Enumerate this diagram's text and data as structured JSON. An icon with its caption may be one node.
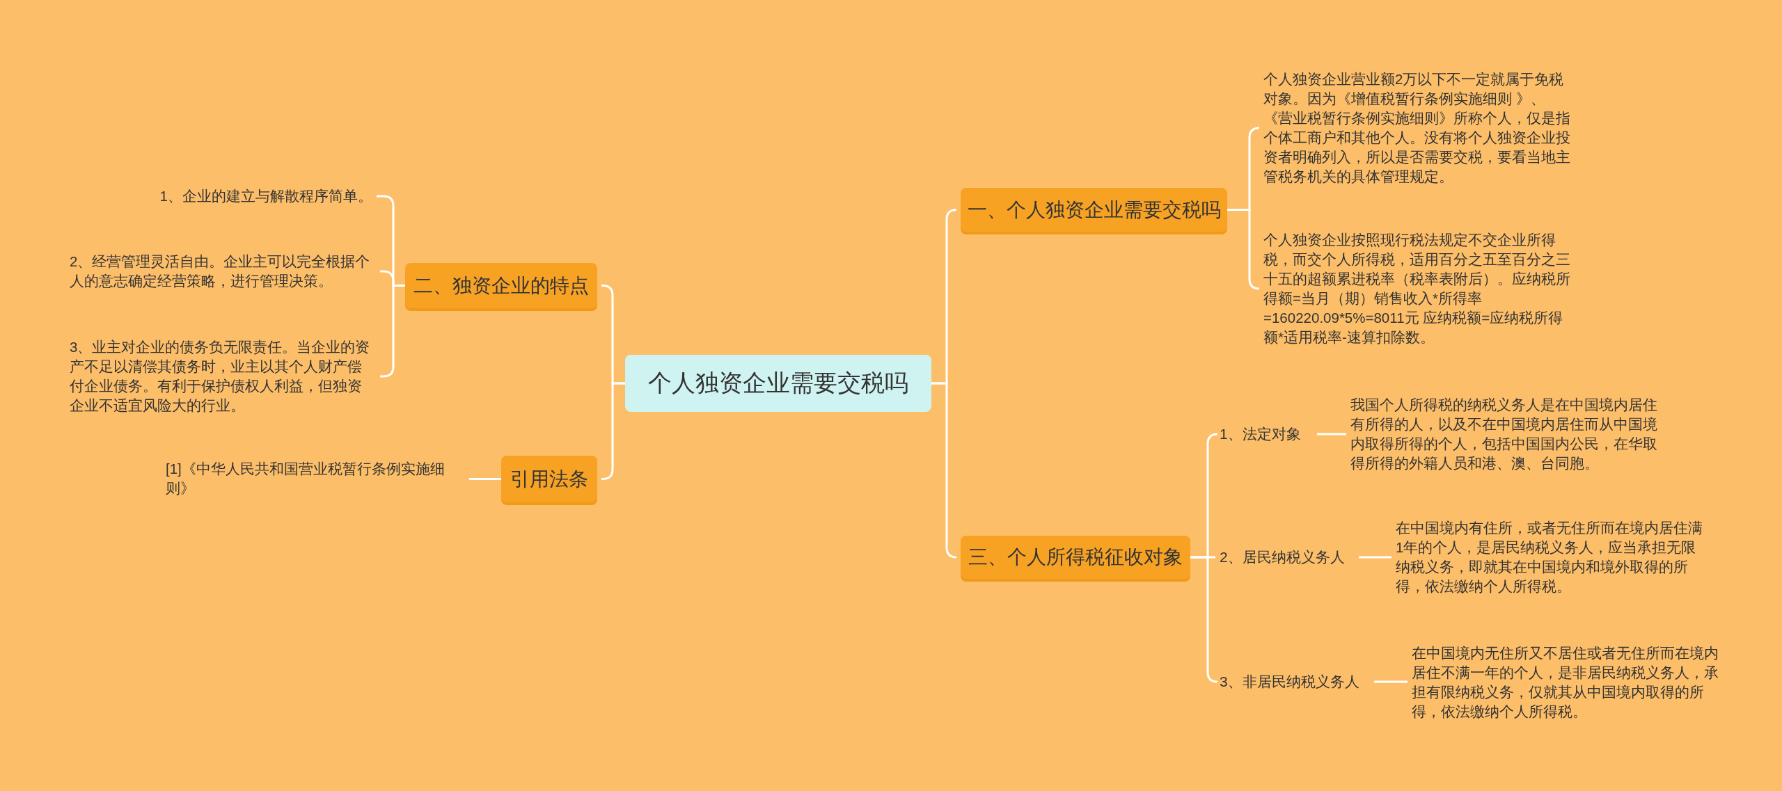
{
  "diagram": {
    "nodes": [
      {
        "text": [
          "个人独资企业需要交税吗"
        ]
      },
      {
        "text": [
          "一、个人独资企业需要交税吗"
        ]
      },
      {
        "text": [
          "个人独资企业营业额2万以下不一定就属于免税对象。因为《增值税暂行条例实施细则 》、《营业税暂行条例实施细则》所称个人，仅是指个体工商户和其他个人。没有将个人独资企业投资者明确列入，所以是否需要交税，要看当地主管税务机关的具体管理规定。"
        ]
      },
      {
        "text": [
          "个人独资企业按照现行税法规定不交企业所得税，而交个人所得税，适用百分之五至百分之三十五的超额累进税率（税率表附后）。应纳税所得额=当月（期）销售收入*所得率=160220.09*5%=8011元 应纳税额=应纳税所得额*适用税率-速算扣除数。"
        ]
      },
      {
        "text": [
          "三、个人所得税征收对象"
        ]
      },
      {
        "text": [
          "1、法定对象"
        ]
      },
      {
        "text": [
          "我国个人所得税的纳税义务人是在中国境内居住有所得的人，以及不在中国境内居住而从中国境内取得所得的个人，包括中国国内公民，在华取得所得的外籍人员和港、澳、台同胞。"
        ]
      },
      {
        "text": [
          "2、居民纳税义务人"
        ]
      },
      {
        "text": [
          "在中国境内有住所，或者无住所而在境内居住满1年的个人，是居民纳税义务人，应当承担无限纳税义务，即就其在中国境内和境外取得的所得，依法缴纳个人所得税。"
        ]
      },
      {
        "text": [
          "3、非居民纳税义务人"
        ]
      },
      {
        "text": [
          "在中国境内无住所又不居住或者无住所而在境内居住不满一年的个人，是非居民纳税义务人，承担有限纳税义务，仅就其从中国境内取得的所得，依法缴纳个人所得税。"
        ]
      },
      {
        "text": [
          "二、独资企业的特点"
        ]
      },
      {
        "text": [
          "1、企业的建立与解散程序简单。"
        ]
      },
      {
        "text": [
          "2、经营管理灵活自由。企业主可以完全根据个人的意志确定经营策略，进行管理决策。"
        ]
      },
      {
        "text": [
          "3、业主对企业的债务负无限责任。当企业的资产不足以清偿其债务时，业主以其个人财产偿付企业债务。有利于保护债权人利益，但独资企业不适宜风险大的行业。"
        ]
      },
      {
        "text": [
          "引用法条"
        ]
      },
      {
        "text": [
          "[1]《中华人民共和国营业税暂行条例实施细则》"
        ]
      }
    ],
    "edges": [
      {
        "from": 0,
        "to": 1,
        "arrow": "none"
      },
      {
        "from": 1,
        "to": 2,
        "arrow": "none"
      },
      {
        "from": 1,
        "to": 3,
        "arrow": "none"
      },
      {
        "from": 0,
        "to": 4,
        "arrow": "none"
      },
      {
        "from": 4,
        "to": 5,
        "arrow": "none"
      },
      {
        "from": 5,
        "to": 6,
        "arrow": "none"
      },
      {
        "from": 4,
        "to": 7,
        "arrow": "none"
      },
      {
        "from": 7,
        "to": 8,
        "arrow": "none"
      },
      {
        "from": 4,
        "to": 9,
        "arrow": "none"
      },
      {
        "from": 9,
        "to": 10,
        "arrow": "none"
      },
      {
        "from": 0,
        "to": 11,
        "arrow": "none"
      },
      {
        "from": 11,
        "to": 12,
        "arrow": "none"
      },
      {
        "from": 11,
        "to": 13,
        "arrow": "none"
      },
      {
        "from": 11,
        "to": 14,
        "arrow": "none"
      },
      {
        "from": 0,
        "to": 15,
        "arrow": "none"
      },
      {
        "from": 15,
        "to": 16,
        "arrow": "none"
      }
    ]
  }
}
